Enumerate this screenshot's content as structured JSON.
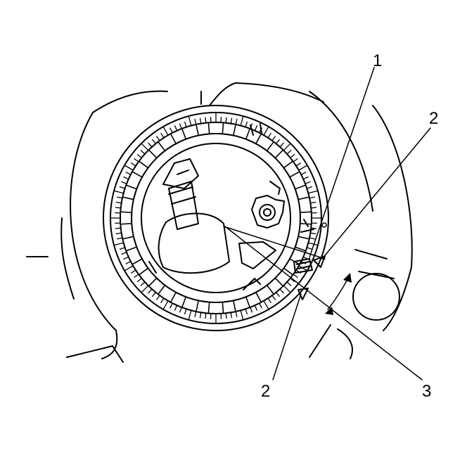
{
  "figure": {
    "callouts": [
      {
        "id": "callout-1",
        "label": "1"
      },
      {
        "id": "callout-2-upper",
        "label": "2"
      },
      {
        "id": "callout-2-lower",
        "label": "2"
      },
      {
        "id": "callout-3",
        "label": "3"
      }
    ]
  },
  "colors": {
    "line": "#000000",
    "background": "#ffffff"
  }
}
